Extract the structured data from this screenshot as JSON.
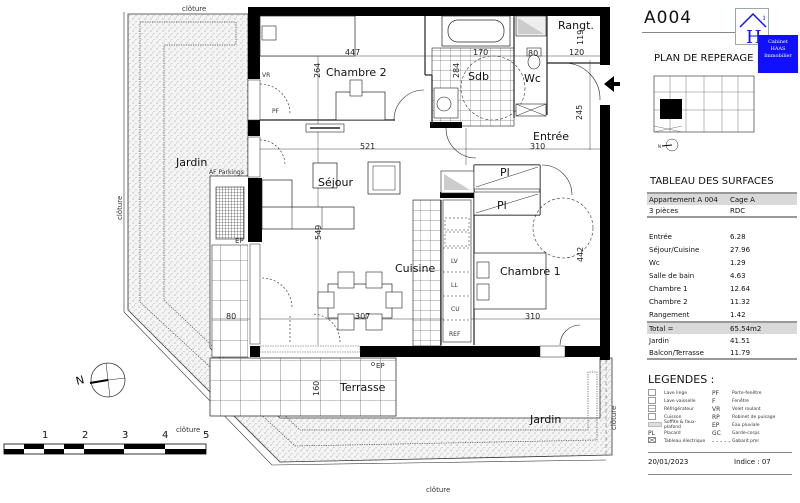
{
  "header": {
    "plan_code": "A004",
    "plan_reperage_label": "PLAN DE REPERAGE",
    "logo": {
      "letter": "H",
      "superscript": "i",
      "line1": "Cabinet",
      "line2": "HAAS",
      "line3": "Immobilier",
      "color": "#1010ff"
    }
  },
  "rooms": {
    "chambre2": "Chambre 2",
    "sdb": "Sdb",
    "wc": "Wc",
    "rangement": "Rangt.",
    "entree": "Entrée",
    "sejour": "Séjour",
    "cuisine": "Cuisine",
    "chambre1": "Chambre 1",
    "terrasse": "Terrasse",
    "jardin_left": "Jardin",
    "jardin_right": "Jardin",
    "placard1": "Pl",
    "placard2": "Pl"
  },
  "annotations": {
    "cloture_top": "clôture",
    "cloture_left": "clôture",
    "cloture_bottom_left": "clôture",
    "cloture_bottom": "clôture",
    "cloture_right": "clôture",
    "af_parkings": "AF Parkings",
    "ep1": "EP",
    "ep2": "EP",
    "vr": "VR",
    "pf": "PF",
    "lv": "LV",
    "ll": "LL",
    "cu": "CU",
    "ref": "REF"
  },
  "dimensions": {
    "d447": "447",
    "d264": "264",
    "d170": "170",
    "d80a": "80",
    "d120": "120",
    "d119": "119",
    "d284": "284",
    "d245": "245",
    "d521": "521",
    "d310a": "310",
    "d549": "549",
    "d442": "442",
    "d80b": "80",
    "d307": "307",
    "d310b": "310",
    "d160": "160"
  },
  "scale_bar": {
    "ticks": [
      "1",
      "2",
      "3",
      "4",
      "5"
    ]
  },
  "compass": {
    "label": "N"
  },
  "surfaces": {
    "title": "TABLEAU DES SURFACES",
    "apartment": "Appartement A 004",
    "cage": "Cage A",
    "rooms_count": "3 pièces",
    "level": "RDC",
    "rows": [
      {
        "label": "Entrée",
        "value": "6.28"
      },
      {
        "label": "Séjour/Cuisine",
        "value": "27.96"
      },
      {
        "label": "Wc",
        "value": "1.29"
      },
      {
        "label": "Salle de bain",
        "value": "4.63"
      },
      {
        "label": "Chambre 1",
        "value": "12.64"
      },
      {
        "label": "Chambre 2",
        "value": "11.32"
      },
      {
        "label": "Rangement",
        "value": "1.42"
      }
    ],
    "total_label": "Total =",
    "total_value": "65.54m2",
    "extras": [
      {
        "label": "Jardin",
        "value": "41.51"
      },
      {
        "label": "Balcon/Terrasse",
        "value": "11.79"
      }
    ]
  },
  "legend": {
    "title": "LEGENDES :",
    "left": [
      {
        "symbol": "lave-linge",
        "label": "Lave linge"
      },
      {
        "symbol": "lave-vaisselle",
        "label": "Lave vaisselle"
      },
      {
        "symbol": "refrigerateur",
        "label": "Réfrigérateur"
      },
      {
        "symbol": "cuisson",
        "label": "Cuisson"
      },
      {
        "symbol": "soffite",
        "label": "Soffite & faux-plafond"
      },
      {
        "symbol": "PL",
        "label": "Placard"
      },
      {
        "symbol": "tableau",
        "label": "Tableau électrique"
      }
    ],
    "right": [
      {
        "abbr": "PF",
        "label": "Porte-fenêtre"
      },
      {
        "abbr": "F",
        "label": "Fenêtre"
      },
      {
        "abbr": "VR",
        "label": "Volet roulant"
      },
      {
        "abbr": "RP",
        "label": "Robinet de puisage"
      },
      {
        "abbr": "EP",
        "label": "Eau pluviale"
      },
      {
        "abbr": "GC",
        "label": "Garde-corps"
      },
      {
        "abbr": "- - - - -",
        "label": "Gabarit pmr"
      }
    ]
  },
  "footer": {
    "date": "20/01/2023",
    "indice": "Indice : 07"
  }
}
